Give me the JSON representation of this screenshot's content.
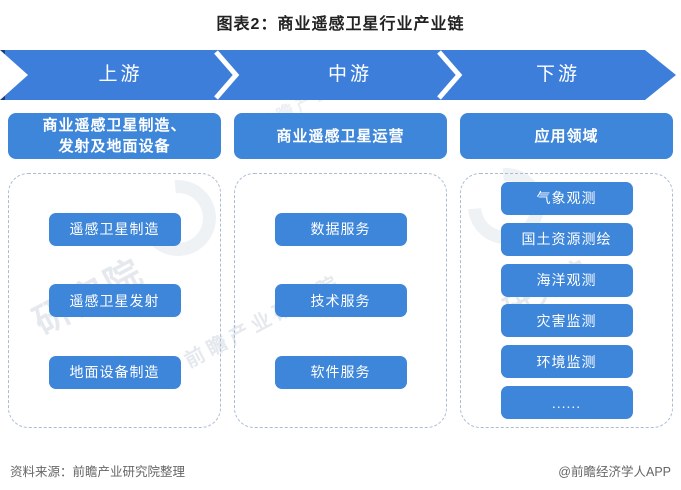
{
  "title": "图表2：商业遥感卫星行业产业链",
  "banner": {
    "segments": [
      "上游",
      "中游",
      "下游"
    ]
  },
  "columns": [
    {
      "header_lines": [
        "商业遥感卫星制造、",
        "发射及地面设备"
      ],
      "items": [
        "遥感卫星制造",
        "遥感卫星发射",
        "地面设备制造"
      ]
    },
    {
      "header_lines": [
        "商业遥感卫星运营"
      ],
      "items": [
        "数据服务",
        "技术服务",
        "软件服务"
      ]
    },
    {
      "header_lines": [
        "应用领域"
      ],
      "items": [
        "气象观测",
        "国土资源测绘",
        "海洋观测",
        "灾害监测",
        "环境监测",
        "......"
      ]
    }
  ],
  "footer": {
    "source": "资料来源：前瞻产业研究院整理",
    "credit": "@前瞻经济学人APP"
  },
  "watermarks": {
    "diagonal_text": "前瞻产业研究院",
    "corner_text": "研究院"
  },
  "colors": {
    "band_blue": "#3d7edb",
    "band_dark_edge": "#1d3e7d",
    "box_blue": "#3e86d9",
    "dashed_border": "#a9bcd4",
    "title_text": "#222222",
    "footer_text": "#666666"
  }
}
